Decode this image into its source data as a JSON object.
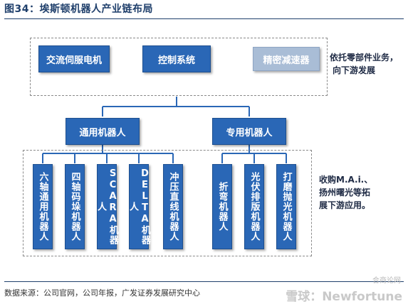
{
  "title": "图34：埃斯顿机器人产业链布局",
  "top_row": {
    "boxes": [
      {
        "label": "交流伺服电机"
      },
      {
        "label": "控制系统"
      },
      {
        "label": "精密减速器"
      }
    ],
    "note_line1": "依托零部件业务，",
    "note_line2": "向下游发展"
  },
  "mid_row": {
    "general": "通用机器人",
    "special": "专用机器人"
  },
  "bottom_row": {
    "general_items": [
      "六轴通用机器人",
      "四轴码垛机器人",
      "SCARA机器人",
      "DELTA机器人",
      "冲压直线机器人"
    ],
    "special_items": [
      "折弯机器人",
      "光伏排版机器人",
      "打磨抛光机器人"
    ],
    "note_line1": "收购M.A.i.、",
    "note_line2": "扬州曙光等拓",
    "note_line3": "展下游应用。"
  },
  "footer": "数据来源：公司官网，公司年报，广发证券发展研究中心",
  "watermark_top": "合商论网",
  "watermark": "雪球：Newfortune",
  "colors": {
    "box": "#2a67b6",
    "box_gray": "#a9bdd6",
    "title": "#1f3f6b"
  }
}
